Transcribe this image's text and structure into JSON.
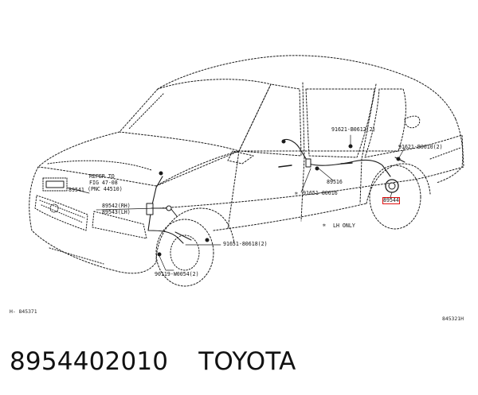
{
  "labels": {
    "refer_to_l1": "REFER TO",
    "refer_to_l2": "FIG 47-08",
    "refer_to_l3": "(PNC 44510)",
    "p89541": "89541",
    "p89542": "89542(RH)",
    "p89543": "89543(LH)",
    "p91651_80618": "91651-80618(2)",
    "p90119_w0054": "90119-W0054(2)",
    "p89516": "89516",
    "p91651_80616": "91651-80616",
    "p91621_b0612": "91621-B0612(2)",
    "p91621_b0610": "91621-B0610(2)",
    "p89544": "89544",
    "lh_only": "LH ONLY",
    "lh_only_mark": "✲",
    "star_mark": "✲"
  },
  "codes": {
    "left": "H- 845371",
    "right": "845321H"
  },
  "caption": {
    "part_number": "8954402010",
    "brand": "TOYOTA"
  },
  "colors": {
    "line": "#1a1a1a",
    "highlight": "#e11111"
  }
}
